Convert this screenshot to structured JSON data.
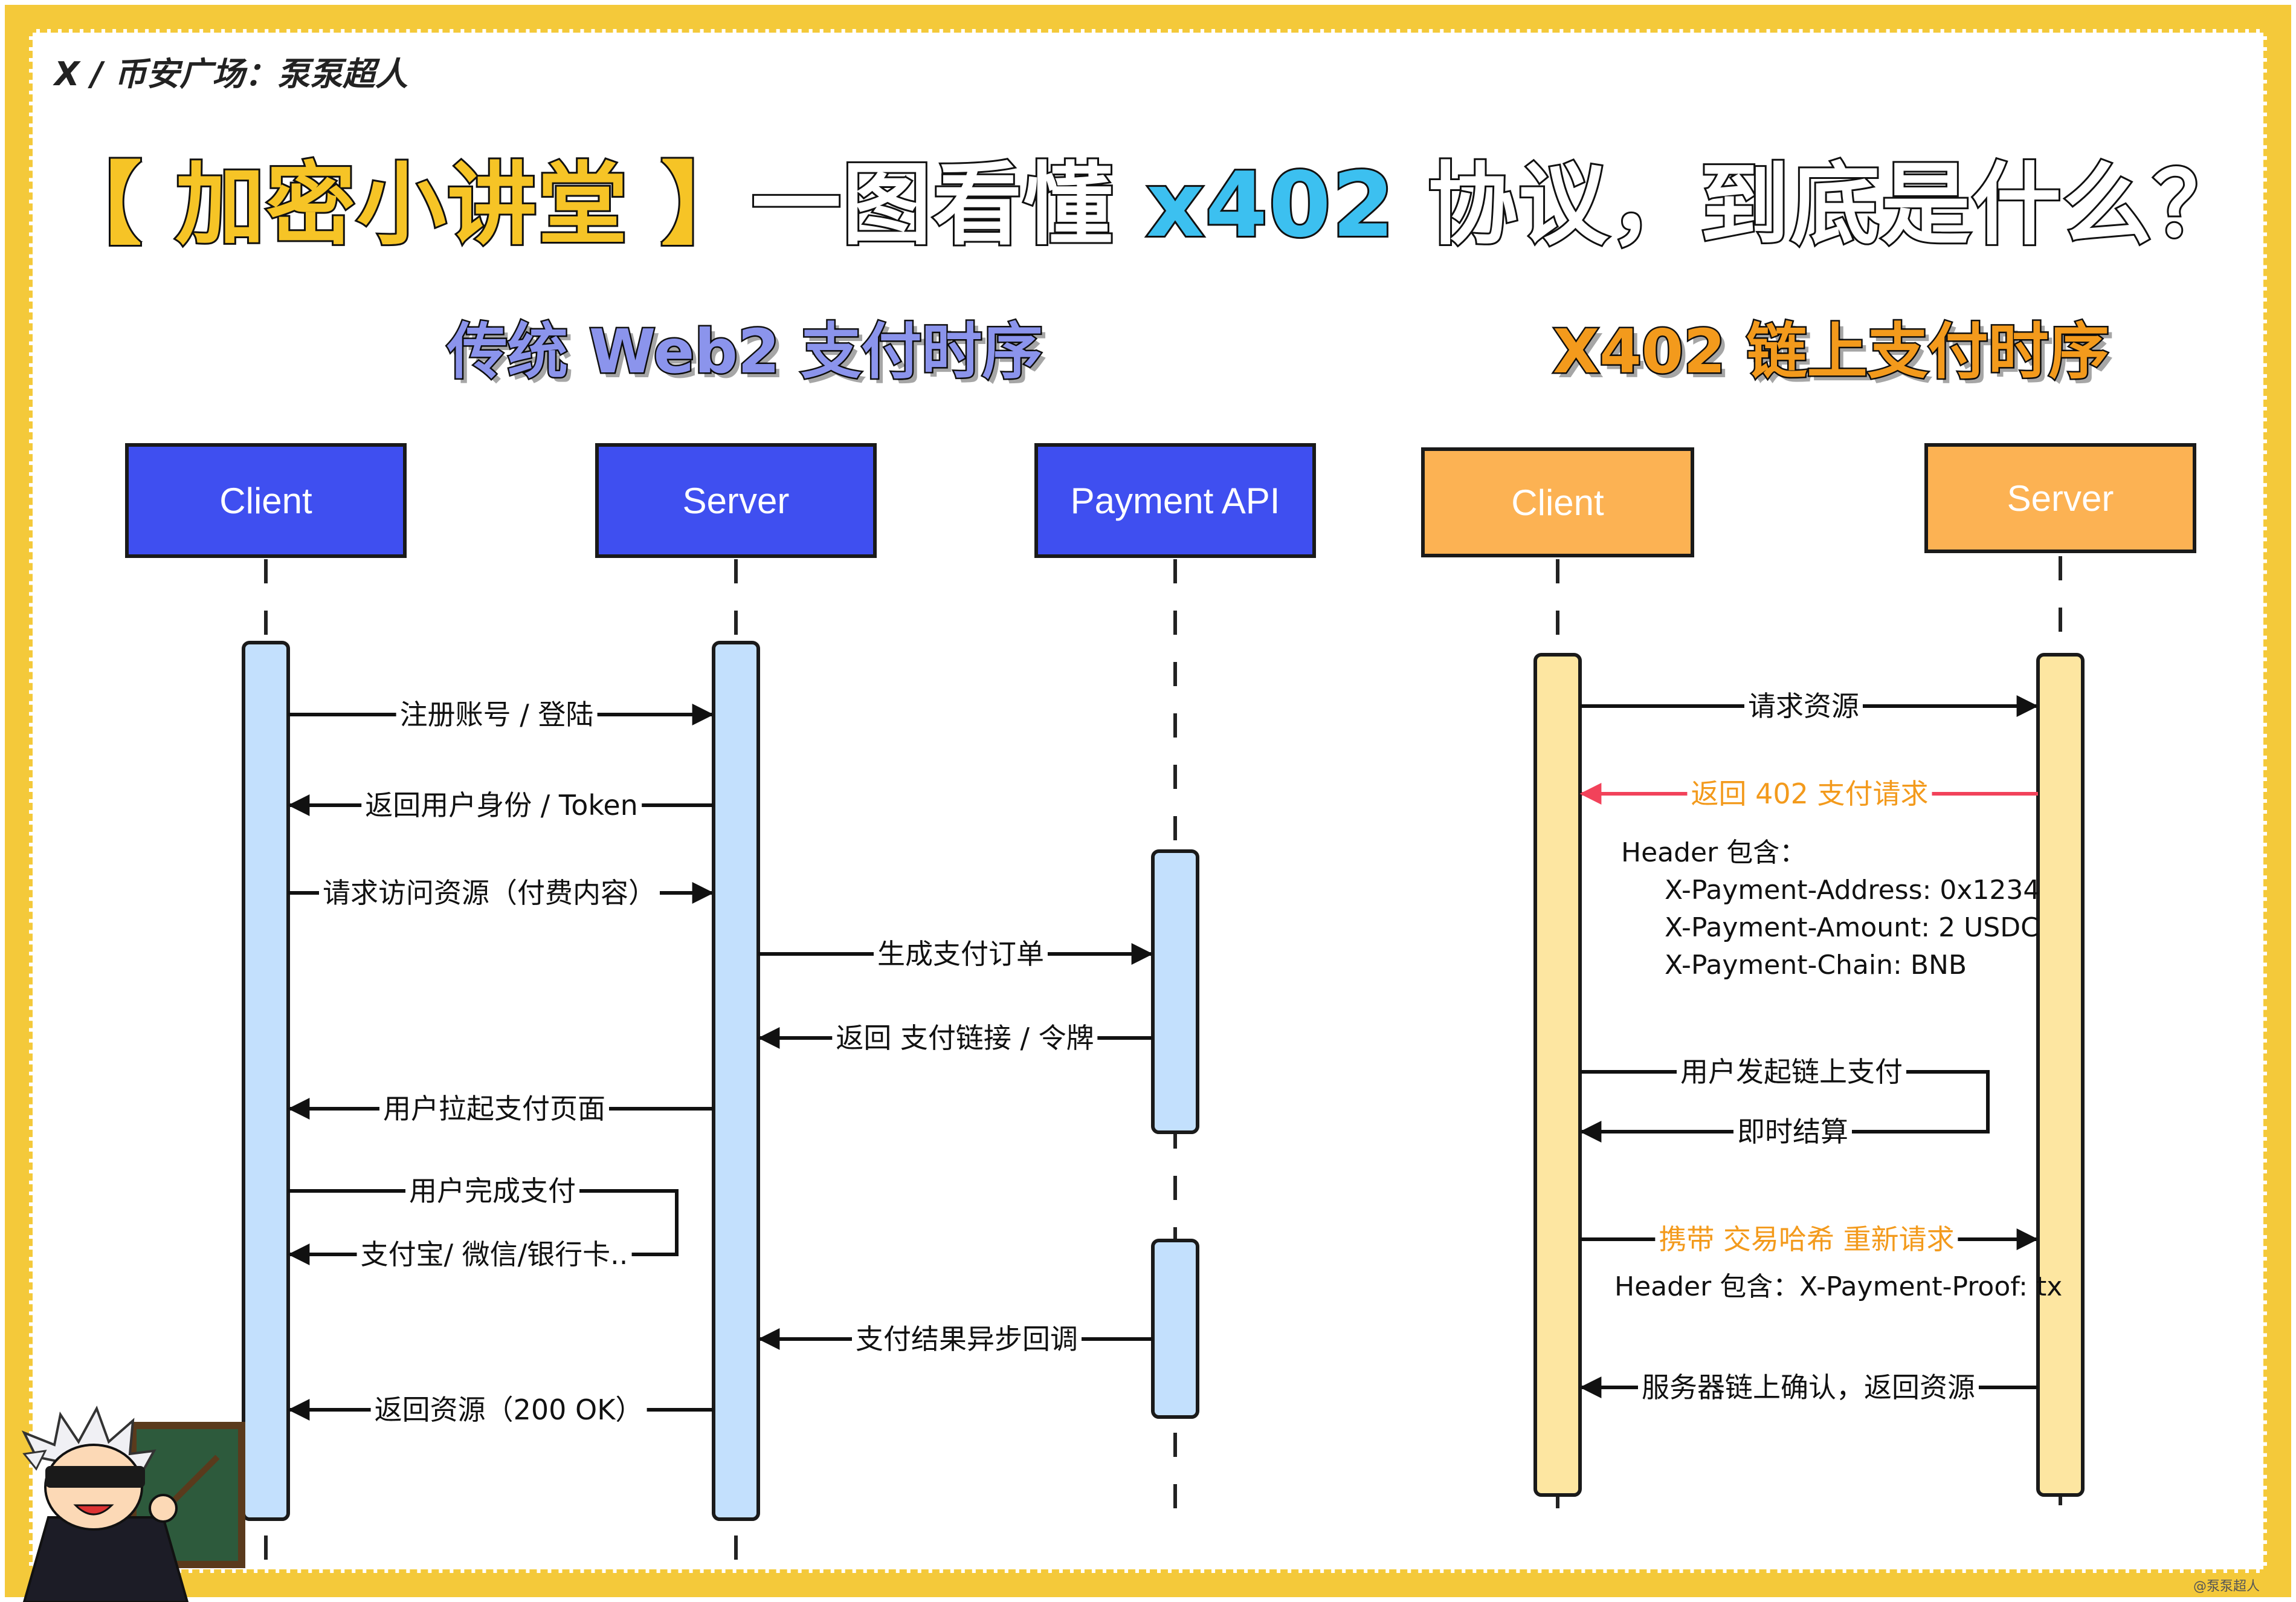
{
  "source_line": "X / 币安广场：泵泵超人",
  "title": {
    "part1": "【 加密小讲堂 】",
    "part2": "一图看懂 ",
    "part3": "x402",
    "part4": " 协议，到底是什么？"
  },
  "web2": {
    "section_title": "传统 Web2 支付时序",
    "actors": [
      "Client",
      "Server",
      "Payment API"
    ],
    "messages": {
      "m1": "注册账号 / 登陆",
      "m2": "返回用户身份 / Token",
      "m3": "请求访问资源（付费内容）",
      "m4": "生成支付订单",
      "m5": "返回 支付链接 / 令牌",
      "m6": "用户拉起支付页面",
      "m7": "用户完成支付",
      "m8": "支付宝/ 微信/银行卡..",
      "m9": "支付结果异步回调",
      "m10": "返回资源（200 OK）"
    }
  },
  "x402": {
    "section_title": "X402 链上支付时序",
    "actors": [
      "Client",
      "Server"
    ],
    "messages": {
      "m1": "请求资源",
      "m2": "返回 402 支付请求",
      "m3": "用户发起链上支付",
      "m4": "即时结算",
      "m5": "携带 交易哈希 重新请求",
      "m6": "服务器链上确认，返回资源"
    },
    "note1": {
      "heading": "Header 包含：",
      "lines": [
        "X-Payment-Address: 0x1234",
        "X-Payment-Amount: 2 USDC",
        "X-Payment-Chain: BNB"
      ]
    },
    "note2": "Header 包含：X-Payment-Proof: tx"
  },
  "watermark": "@泵泵超人",
  "colors": {
    "frame": "#f4c93a",
    "web2_actor": "#3f4ff0",
    "x402_actor": "#fcb253",
    "web2_activation": "#c3e0fd",
    "x402_activation": "#fde6a1",
    "highlight_orange": "#f39a1c",
    "error_red": "#f2425a",
    "title_blue": "#3cc0f0",
    "title_yellow": "#f6c426"
  },
  "icons": {
    "mascot": "teacher-character-pointing-at-chalkboard"
  }
}
